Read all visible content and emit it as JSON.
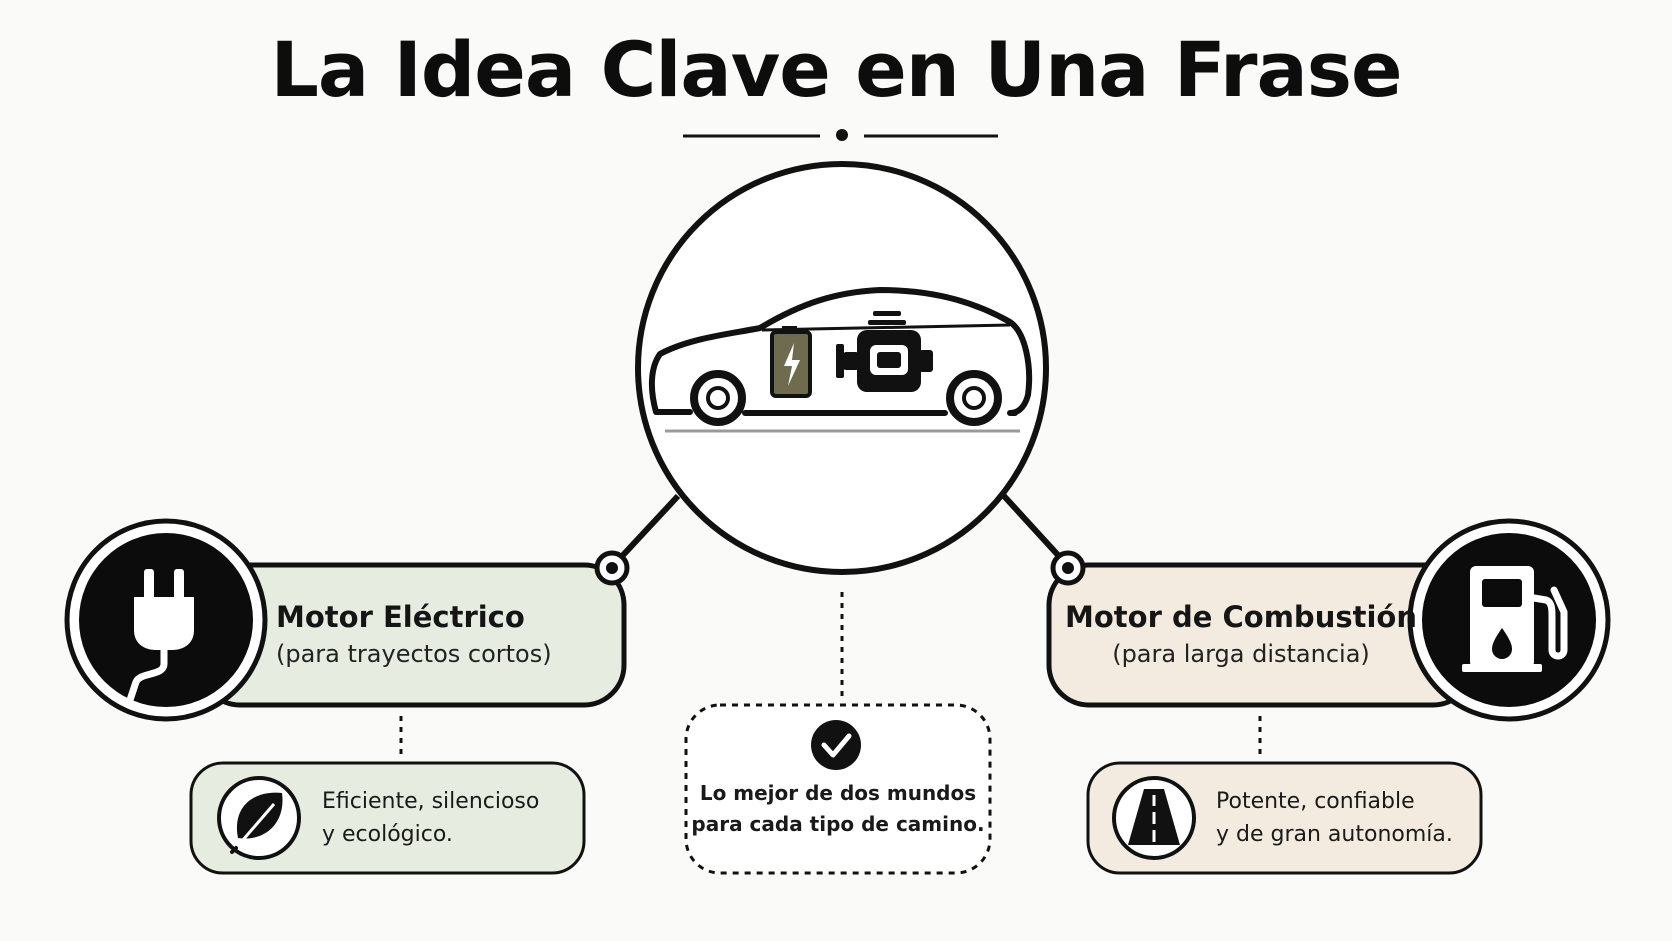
{
  "title": "La Idea Clave en Una Frase",
  "center": {
    "icons": [
      "car-icon",
      "battery-icon",
      "engine-icon"
    ]
  },
  "left_card": {
    "title": "Motor Eléctrico",
    "subtitle": "(para trayectos cortos)",
    "icon": "plug-icon",
    "note_line1": "Eficiente, silencioso",
    "note_line2": "y ecológico.",
    "note_icon": "leaf-icon",
    "fill_color": "#e6ede0"
  },
  "right_card": {
    "title": "Motor de Combustión",
    "subtitle": "(para larga distancia)",
    "icon": "fuel-pump-icon",
    "note_line1": "Potente, confiable",
    "note_line2": "y de gran autonomía.",
    "note_icon": "road-icon",
    "fill_color": "#f3ebdf"
  },
  "center_note": {
    "line1": "Lo mejor de dos mundos",
    "line2": "para cada tipo de camino.",
    "icon": "checkmark-icon"
  },
  "colors": {
    "ink": "#111111",
    "battery_fill": "#6f6b4e",
    "background": "#fafaf8"
  }
}
